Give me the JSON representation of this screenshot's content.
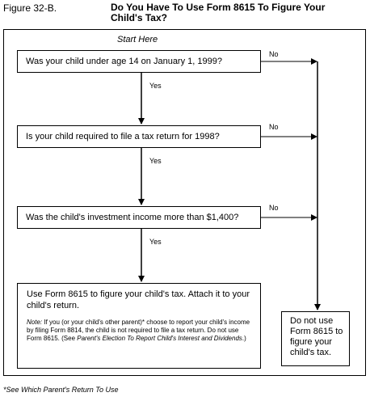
{
  "figure": {
    "label": "Figure 32-B.",
    "title_line1": "Do You Have To Use Form 8615 To Figure Your",
    "title_line2": "Child's Tax?"
  },
  "flow": {
    "start": "Start Here",
    "q1": "Was your child under age 14 on January 1, 1999?",
    "q2": "Is your child required to file a tax return for 1998?",
    "q3": "Was the child's investment income more than $1,400?",
    "yes": "Yes",
    "no": "No",
    "result_use": {
      "main": "Use Form 8615 to figure your child's tax. Attach it to your child's return.",
      "note_label": "Note:",
      "note_a": " If you (or your child's other parent)* choose to report your child's income by filing Form 8814, the child is not required to file a tax return. Do not use Form 8615. (See ",
      "note_ref": "Parent's Election To Report Child's Interest and Dividends",
      "note_b": ".)"
    },
    "result_dont": "Do not use Form 8615 to figure your child's tax."
  },
  "footnote": "*See Which Parent's Return To Use"
}
